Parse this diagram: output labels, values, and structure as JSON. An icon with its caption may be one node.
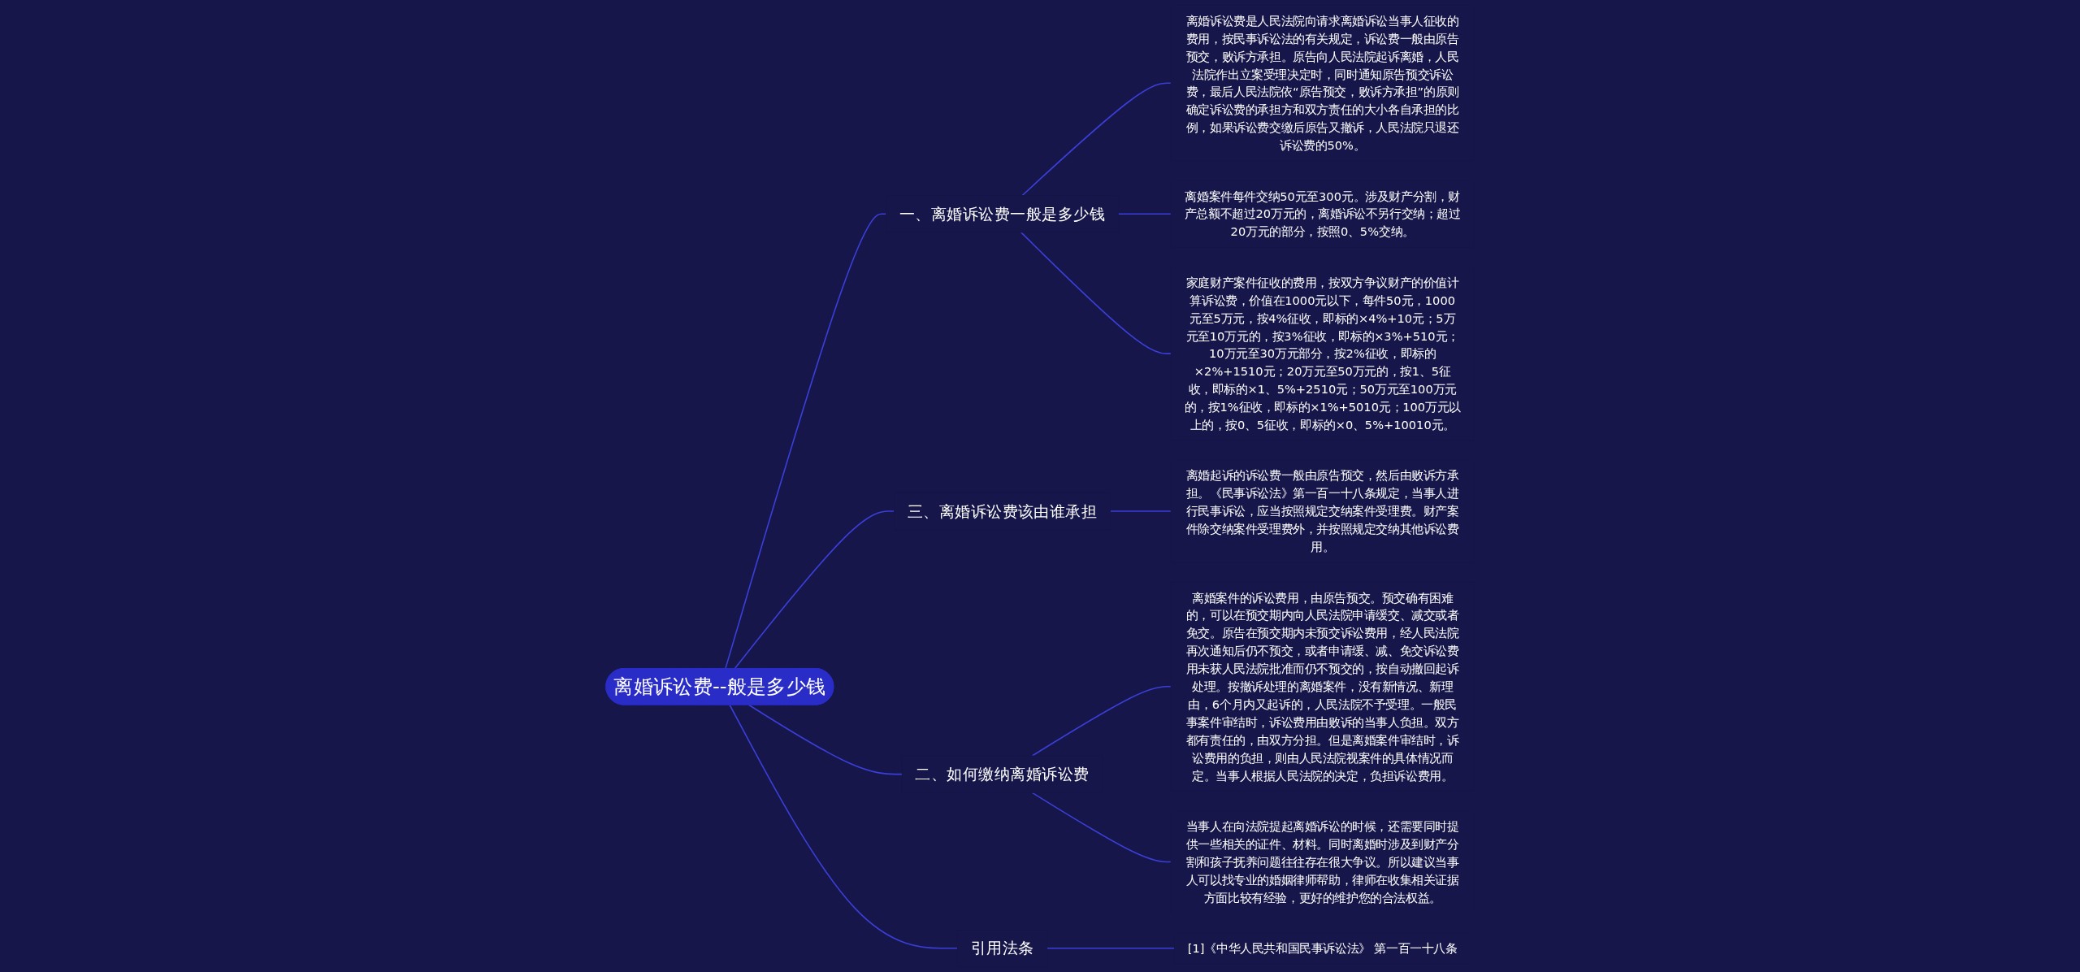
{
  "diagram": {
    "nodes": [
      {
        "text": [
          "离婚诉讼费--般是多少钱"
        ]
      },
      {
        "text": [
          "一、离婚诉讼费一般是多少钱"
        ]
      },
      {
        "text": [
          "离婚诉讼费是人民法院向请求离婚诉讼当事人征收的费用，按民事诉讼法的有关规定，诉讼费一般由原告预交，败诉方承担。原告向人民法院起诉离婚，人民法院作出立案受理决定时，同时通知原告预交诉讼费，最后人民法院依“原告预交，败诉方承担”的原则确定诉讼费的承担方和双方责任的大小各自承担的比例，如果诉讼费交缴后原告又撤诉，人民法院只退还诉讼费的50%。"
        ]
      },
      {
        "text": [
          "离婚案件每件交纳50元至300元。涉及财产分割，财产总额不超过20万元的，离婚诉讼不另行交纳；超过20万元的部分，按照0、5%交纳。"
        ]
      },
      {
        "text": [
          "家庭财产案件征收的费用，按双方争议财产的价值计算诉讼费，价值在1000元以下，每件50元，1000元至5万元，按4%征收，即标的×4%+10元；5万元至10万元的，按3%征收，即标的×3%+510元；10万元至30万元部分，按2%征收，即标的×2%+1510元；20万元至50万元的，按1、5征收，即标的×1、5%+2510元；50万元至100万元的，按1%征收，即标的×1%+5010元；100万元以上的，按0、5征收，即标的×0、5%+10010元。"
        ]
      },
      {
        "text": [
          "三、离婚诉讼费该由谁承担"
        ]
      },
      {
        "text": [
          "离婚起诉的诉讼费一般由原告预交，然后由败诉方承担。《民事诉讼法》第一百一十八条规定，当事人进行民事诉讼，应当按照规定交纳案件受理费。财产案件除交纳案件受理费外，并按照规定交纳其他诉讼费用。"
        ]
      },
      {
        "text": [
          "二、如何缴纳离婚诉讼费"
        ]
      },
      {
        "text": [
          "离婚案件的诉讼费用，由原告预交。预交确有困难的，可以在预交期内向人民法院申请缓交、减交或者免交。原告在预交期内未预交诉讼费用，经人民法院再次通知后仍不预交，或者申请缓、减、免交诉讼费用未获人民法院批准而仍不预交的，按自动撤回起诉处理。按撤诉处理的离婚案件，没有新情况、新理由，6个月内又起诉的，人民法院不予受理。一般民事案件审结时，诉讼费用由败诉的当事人负担。双方都有责任的，由双方分担。但是离婚案件审结时，诉讼费用的负担，则由人民法院视案件的具体情况而定。当事人根据人民法院的决定，负担诉讼费用。"
        ]
      },
      {
        "text": [
          "当事人在向法院提起离婚诉讼的时候，还需要同时提供一些相关的证件、材料。同时离婚时涉及到财产分割和孩子抚养问题往往存在很大争议。所以建议当事人可以找专业的婚姻律师帮助，律师在收集相关证据方面比较有经验，更好的维护您的合法权益。"
        ]
      },
      {
        "text": [
          "引用法条"
        ]
      },
      {
        "text": [
          "[1]《中华人民共和国民事诉讼法》 第一百一十八条"
        ]
      }
    ],
    "edges": [
      {
        "from": 0,
        "to": 1,
        "arrow": "none"
      },
      {
        "from": 1,
        "to": 2,
        "arrow": "none"
      },
      {
        "from": 1,
        "to": 3,
        "arrow": "none"
      },
      {
        "from": 1,
        "to": 4,
        "arrow": "none"
      },
      {
        "from": 0,
        "to": 5,
        "arrow": "none"
      },
      {
        "from": 5,
        "to": 6,
        "arrow": "none"
      },
      {
        "from": 0,
        "to": 7,
        "arrow": "none"
      },
      {
        "from": 7,
        "to": 8,
        "arrow": "none"
      },
      {
        "from": 7,
        "to": 9,
        "arrow": "none"
      },
      {
        "from": 0,
        "to": 10,
        "arrow": "none"
      },
      {
        "from": 10,
        "to": 11,
        "arrow": "none"
      }
    ]
  }
}
